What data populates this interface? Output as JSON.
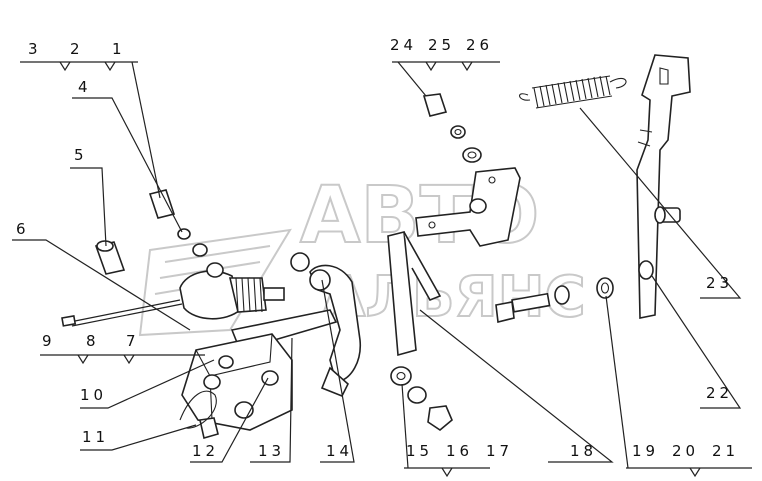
{
  "watermark": {
    "line1": "АВТО",
    "line2": "АЛЬЯНС"
  },
  "labels": {
    "l3": "3",
    "l2": "2",
    "l1": "1",
    "l4": "4",
    "l5": "5",
    "l6": "6",
    "l9": "9",
    "l8": "8",
    "l7": "7",
    "l10": "10",
    "l11": "11",
    "l12": "12",
    "l13": "13",
    "l14": "14",
    "l15": "15",
    "l16": "16",
    "l17": "17",
    "l18": "18",
    "l19": "19",
    "l20": "20",
    "l21": "21",
    "l22": "22",
    "l23": "23",
    "l24": "24",
    "l25": "25",
    "l26": "26"
  }
}
